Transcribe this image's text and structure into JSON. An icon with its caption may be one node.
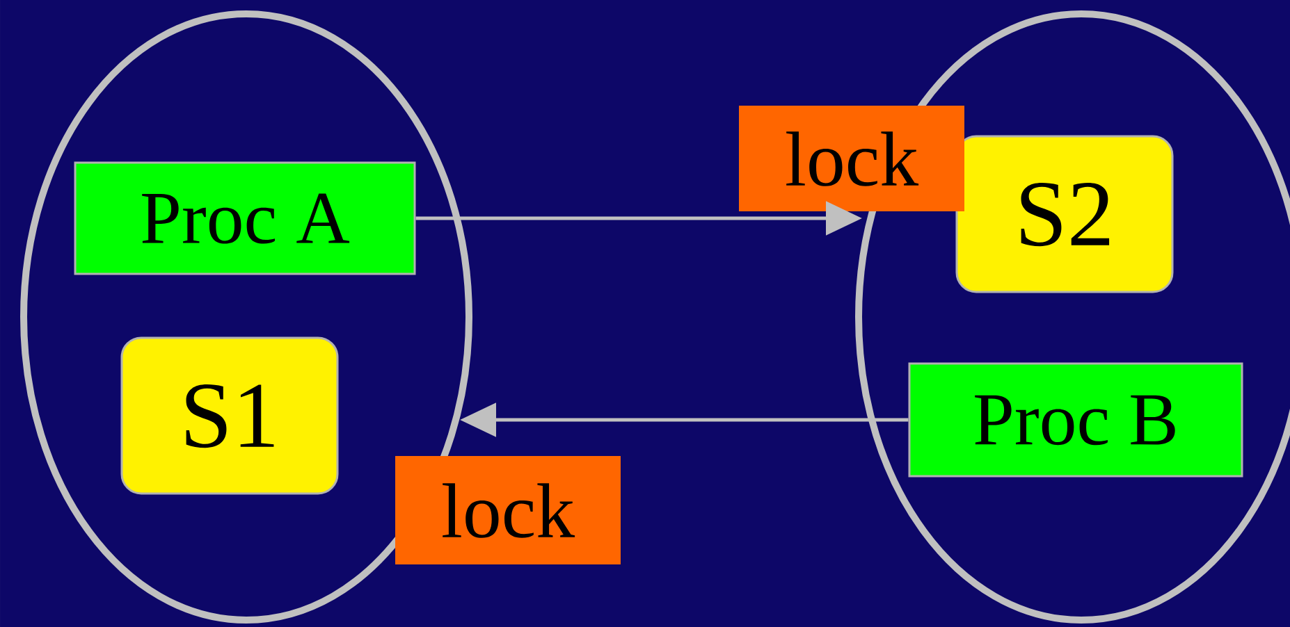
{
  "diagram": {
    "nodes": [
      {
        "text": [],
        "shape": "ellipse"
      },
      {
        "text": [
          "Proc A"
        ],
        "in": 0
      },
      {
        "text": [
          "S1"
        ],
        "in": 0
      },
      {
        "text": [],
        "shape": "ellipse"
      },
      {
        "text": [
          "S2"
        ],
        "in": 3
      },
      {
        "text": [
          "Proc B"
        ],
        "in": 3
      },
      {
        "text": [
          "lock"
        ]
      },
      {
        "text": [
          "lock"
        ]
      }
    ],
    "edges": [
      {
        "from": 1,
        "to": 3,
        "arrow": "to"
      },
      {
        "from": 5,
        "to": 0,
        "arrow": "to"
      }
    ]
  }
}
